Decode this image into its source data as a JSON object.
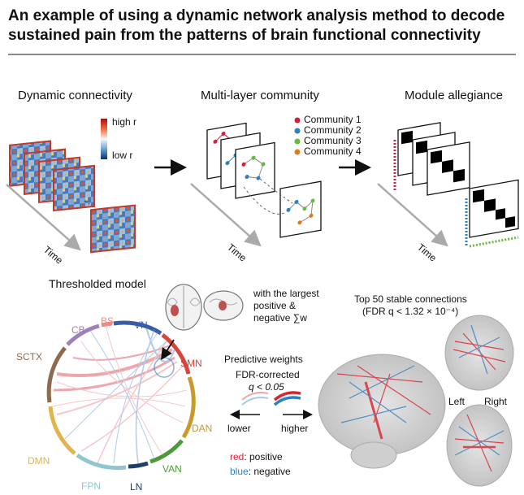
{
  "header": {
    "title": "An example of using a dynamic network analysis method to decode sustained pain from the patterns of brain functional connectivity"
  },
  "panels": {
    "dynamic": "Dynamic connectivity",
    "multilayer": "Multi-layer community",
    "allegiance": "Module allegiance",
    "time": "Time"
  },
  "colorbar": {
    "high": "high r",
    "low": "low r"
  },
  "communities": [
    {
      "label": "Community 1",
      "color": "#d6203a"
    },
    {
      "label": "Community 2",
      "color": "#2f7fc4"
    },
    {
      "label": "Community 3",
      "color": "#6ab83e"
    },
    {
      "label": "Community 4",
      "color": "#e07b1a"
    }
  ],
  "model": {
    "title": "Thresholded model",
    "largest_line1": "with the largest",
    "largest_line2": "positive &",
    "largest_line3": "negative ∑w"
  },
  "networks": [
    {
      "name": "VN",
      "color": "#3a5ba8"
    },
    {
      "name": "SMN",
      "color": "#d8443a"
    },
    {
      "name": "DAN",
      "color": "#c79a2a"
    },
    {
      "name": "VAN",
      "color": "#4d9a3c"
    },
    {
      "name": "LN",
      "color": "#1e3f66"
    },
    {
      "name": "FPN",
      "color": "#8fc6cf"
    },
    {
      "name": "DMN",
      "color": "#e0b44f"
    },
    {
      "name": "SCTX",
      "color": "#8d6b4f"
    },
    {
      "name": "CB",
      "color": "#a081b6"
    },
    {
      "name": "BS",
      "color": "#f08a80"
    }
  ],
  "legend": {
    "title": "Predictive weights",
    "fdr": "FDR-corrected",
    "q": "q < 0.05",
    "lower": "lower",
    "higher": "higher",
    "red_key": "red",
    "red_text": ": positive",
    "blue_key": "blue",
    "blue_text": ": negative"
  },
  "stable": {
    "line1": "Top 50 stable connections",
    "line2": "(FDR q < 1.32 × 10⁻⁴)",
    "left": "Left",
    "right": "Right"
  },
  "colors": {
    "positive": "#d9232e",
    "negative": "#2f7fc4",
    "frame": "#c0392b"
  }
}
